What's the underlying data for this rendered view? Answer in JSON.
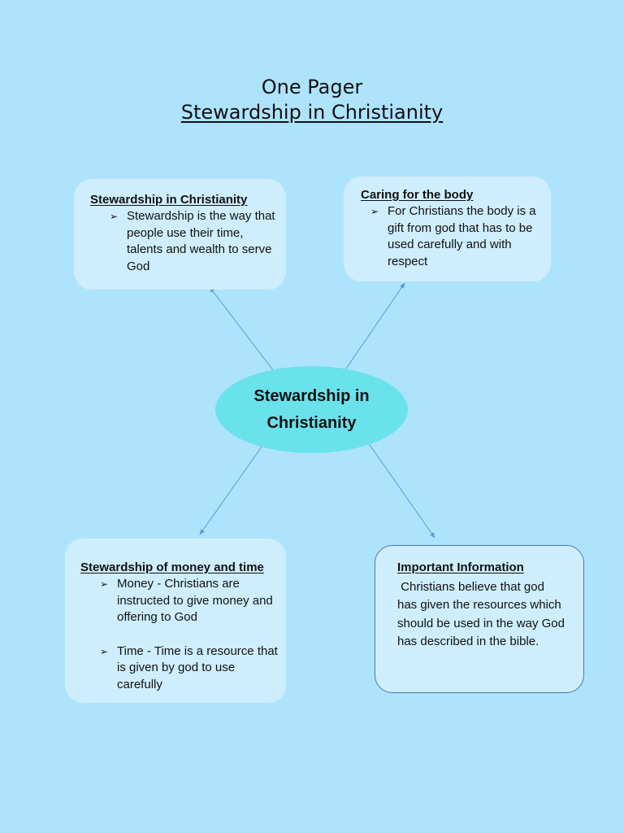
{
  "title": {
    "line1": "One Pager",
    "line2": "Stewardship in Christianity"
  },
  "center": {
    "label": "Stewardship in Christianity"
  },
  "boxes": {
    "top_left": {
      "heading": "Stewardship in Christianity",
      "bullets": [
        "Stewardship is the  way that people use their time, talents and wealth to serve God"
      ]
    },
    "top_right": {
      "heading": "Caring for the body",
      "bullets": [
        "For Christians the body is a gift from god that has to be used carefully and with respect"
      ]
    },
    "bottom_left": {
      "heading": "Stewardship of money and time",
      "bullets": [
        "Money - Christians are instructed to give money and offering to God",
        "Time - Time is a resource that is given by god to use carefully"
      ]
    },
    "bottom_right": {
      "heading": "Important Information",
      "text": " Christians believe that god has given the resources which should be used in the way God has described in the bible."
    }
  },
  "colors": {
    "background": "#aee3fc",
    "box_fill": "#cfeefd",
    "center_fill": "#6ae2ec",
    "arrow": "#5b9bd5",
    "border": "#4a79a8"
  },
  "icons": {
    "bullet": "arrow-bullet-icon"
  }
}
